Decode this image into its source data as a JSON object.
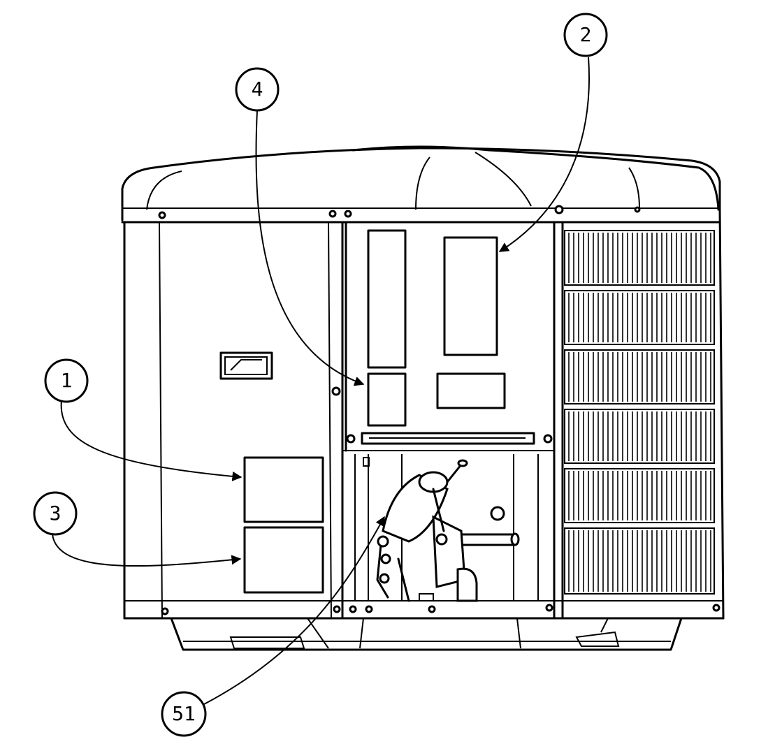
{
  "callouts": [
    {
      "id": "c1",
      "label": "1"
    },
    {
      "id": "c2",
      "label": "2"
    },
    {
      "id": "c3",
      "label": "3"
    },
    {
      "id": "c4",
      "label": "4"
    },
    {
      "id": "c51",
      "label": "51"
    }
  ],
  "colors": {
    "line": "#000000",
    "background": "#ffffff"
  }
}
